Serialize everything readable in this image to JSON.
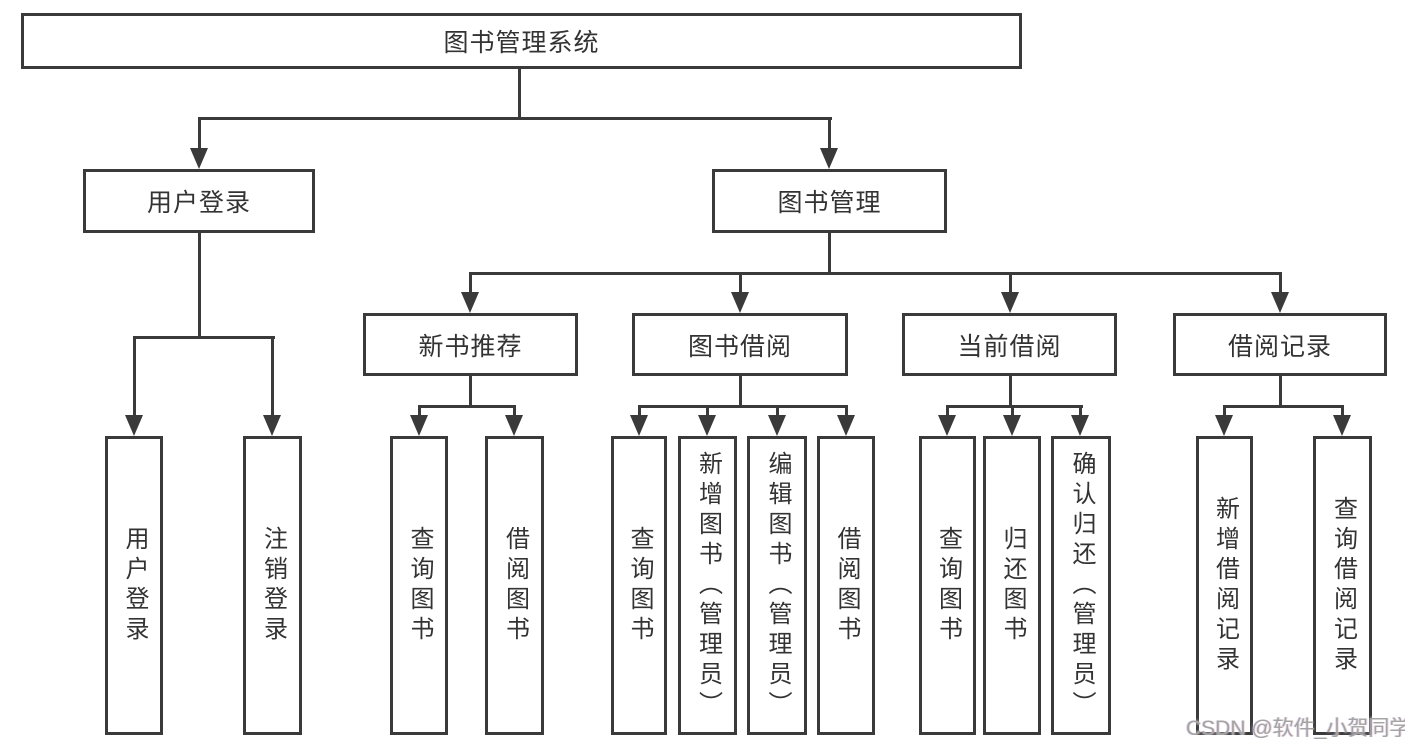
{
  "diagram": {
    "tree": {
      "root": "图书管理系统",
      "children": [
        {
          "label": "用户登录",
          "children": [
            "用户登录",
            "注销登录"
          ]
        },
        {
          "label": "图书管理",
          "children": [
            {
              "label": "新书推荐",
              "children": [
                "查询图书",
                "借阅图书"
              ]
            },
            {
              "label": "图书借阅",
              "children": [
                "查询图书",
                "新增图书（管理员）",
                "编辑图书（管理员）",
                "借阅图书"
              ]
            },
            {
              "label": "当前借阅",
              "children": [
                "查询图书",
                "归还图书",
                "确认归还（管理员）"
              ]
            },
            {
              "label": "借阅记录",
              "children": [
                "新增借阅记录",
                "查询借阅记录"
              ]
            }
          ]
        }
      ]
    },
    "colors": {
      "line": "#3a3a3a",
      "text": "#333333",
      "background": "#ffffff",
      "watermark": "#a3a3a3"
    },
    "watermark": "CSDN @软件_小贺同学"
  }
}
